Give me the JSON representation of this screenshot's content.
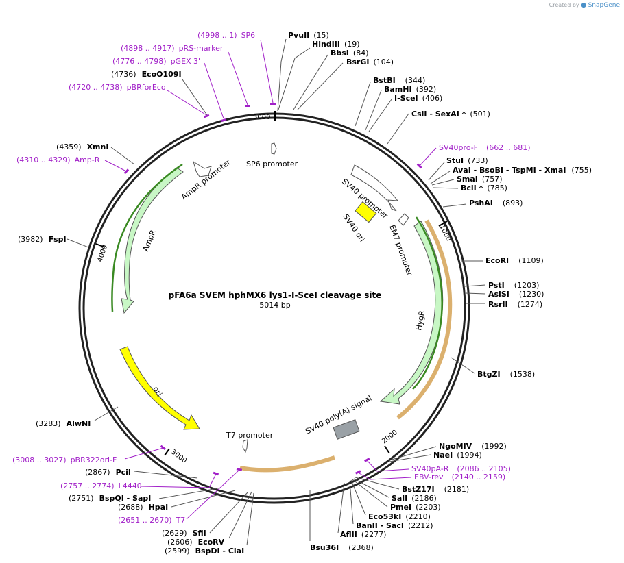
{
  "credit": {
    "created_by": "Created by",
    "brand": "SnapGene"
  },
  "plasmid": {
    "name": "pFA6a SVEM hphMX6 lys1-I-SceI cleavage site",
    "length_label": "5014 bp",
    "length": 5014
  },
  "colors": {
    "site_line": "#555555",
    "primer": "#a11fc8",
    "feature_green": "#c8f7c5",
    "feature_yellow": "#ffff00",
    "feature_orange": "#f5c27a",
    "polyA_gray": "#9aa1a6"
  },
  "ticks": [
    {
      "bp": 5000,
      "label": "5000"
    },
    {
      "bp": 1000,
      "label": "1000"
    },
    {
      "bp": 2000,
      "label": "2000"
    },
    {
      "bp": 3000,
      "label": "3000"
    },
    {
      "bp": 4000,
      "label": "4000"
    }
  ],
  "features": [
    {
      "id": "sp6-promoter",
      "label": "SP6 promoter",
      "type": "promoter"
    },
    {
      "id": "sv40-promoter",
      "label": "SV40 promoter",
      "type": "promoter"
    },
    {
      "id": "sv40-ori",
      "label": "SV40 ori",
      "type": "rep_origin"
    },
    {
      "id": "em7-promoter",
      "label": "EM7 promoter",
      "type": "promoter"
    },
    {
      "id": "hygr",
      "label": "HygR",
      "type": "cds"
    },
    {
      "id": "sv40-polya",
      "label": "SV40 poly(A) signal",
      "type": "terminator"
    },
    {
      "id": "t7-promoter",
      "label": "T7 promoter",
      "type": "promoter"
    },
    {
      "id": "ori",
      "label": "ori",
      "type": "rep_origin"
    },
    {
      "id": "ampr",
      "label": "AmpR",
      "type": "cds"
    },
    {
      "id": "ampr-promoter",
      "label": "AmpR promoter",
      "type": "promoter"
    }
  ],
  "sites": [
    {
      "name": "PvuII",
      "pos": "(15)"
    },
    {
      "name": "HindIII",
      "pos": "(19)"
    },
    {
      "name": "BbsI",
      "pos": "(84)"
    },
    {
      "name": "BsrGI",
      "pos": "(104)"
    },
    {
      "name": "BstBI",
      "pos": "(344)"
    },
    {
      "name": "BamHI",
      "pos": "(392)"
    },
    {
      "name": "I-SceI",
      "pos": "(406)"
    },
    {
      "name": "CsiI - SexAI *",
      "pos": "(501)"
    },
    {
      "name": "StuI",
      "pos": "(733)"
    },
    {
      "name": "AvaI - BsoBI - TspMI - XmaI",
      "pos": "(755)"
    },
    {
      "name": "SmaI",
      "pos": "(757)"
    },
    {
      "name": "BclI *",
      "pos": "(785)"
    },
    {
      "name": "PshAI",
      "pos": "(893)"
    },
    {
      "name": "EcoRI",
      "pos": "(1109)"
    },
    {
      "name": "PstI",
      "pos": "(1203)"
    },
    {
      "name": "AsiSI",
      "pos": "(1230)"
    },
    {
      "name": "RsrII",
      "pos": "(1274)"
    },
    {
      "name": "BtgZI",
      "pos": "(1538)"
    },
    {
      "name": "NgoMIV",
      "pos": "(1992)"
    },
    {
      "name": "NaeI",
      "pos": "(1994)"
    },
    {
      "name": "BstZ17I",
      "pos": "(2181)"
    },
    {
      "name": "SalI",
      "pos": "(2186)"
    },
    {
      "name": "PmeI",
      "pos": "(2203)"
    },
    {
      "name": "Eco53kI",
      "pos": "(2210)"
    },
    {
      "name": "BanII - SacI",
      "pos": "(2212)"
    },
    {
      "name": "AflII",
      "pos": "(2277)"
    },
    {
      "name": "Bsu36I",
      "pos": "(2368)"
    },
    {
      "name": "BspDI - ClaI",
      "pos": "(2599)"
    },
    {
      "name": "EcoRV",
      "pos": "(2606)"
    },
    {
      "name": "SfiI",
      "pos": "(2629)"
    },
    {
      "name": "HpaI",
      "pos": "(2688)"
    },
    {
      "name": "BspQI - SapI",
      "pos": "(2751)"
    },
    {
      "name": "PciI",
      "pos": "(2867)"
    },
    {
      "name": "AlwNI",
      "pos": "(3283)"
    },
    {
      "name": "FspI",
      "pos": "(3982)"
    },
    {
      "name": "XmnI",
      "pos": "(4359)"
    },
    {
      "name": "EcoO109I",
      "pos": "(4736)"
    }
  ],
  "primers": [
    {
      "name": "SP6",
      "range": "(4998 .. 1)"
    },
    {
      "name": "pRS-marker",
      "range": "(4898 .. 4917)"
    },
    {
      "name": "pGEX 3'",
      "range": "(4776 .. 4798)"
    },
    {
      "name": "pBRforEco",
      "range": "(4720 .. 4738)"
    },
    {
      "name": "Amp-R",
      "range": "(4310 .. 4329)"
    },
    {
      "name": "SV40pro-F",
      "range": "(662 .. 681)"
    },
    {
      "name": "SV40pA-R",
      "range": "(2086 .. 2105)"
    },
    {
      "name": "EBV-rev",
      "range": "(2140 .. 2159)"
    },
    {
      "name": "pBR322ori-F",
      "range": "(3008 .. 3027)"
    },
    {
      "name": "L4440",
      "range": "(2757 .. 2774)"
    },
    {
      "name": "T7",
      "range": "(2651 .. 2670)"
    }
  ]
}
